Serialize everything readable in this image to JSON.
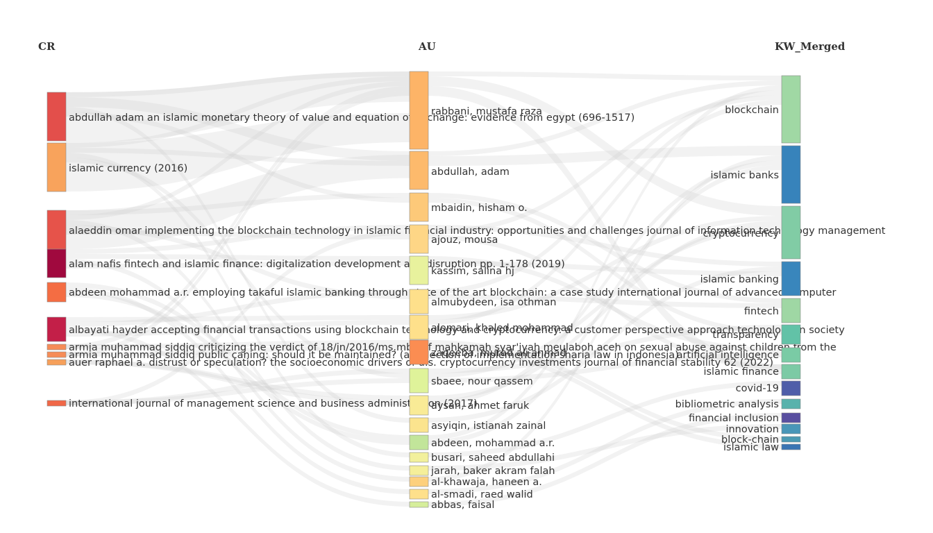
{
  "columns": [
    {
      "id": "cr",
      "title": "CR"
    },
    {
      "id": "au",
      "title": "AU"
    },
    {
      "id": "kw",
      "title": "KW_Merged"
    }
  ],
  "nodes": {
    "cr": [
      {
        "label": "abdullah adam an islamic monetary theory of value and equation of exchange: evidence from egypt (696-1517)",
        "color": "#e34f4b",
        "weight": 70
      },
      {
        "label": "islamic currency (2016)",
        "color": "#f8a35c",
        "weight": 70
      },
      {
        "label": "alaeddin omar implementing the blockchain technology in islamic financial industry: opportunities and challenges journal of information technology management",
        "color": "#e6534a",
        "weight": 56
      },
      {
        "label": "alam nafis fintech and islamic finance: digitalization development and disruption pp. 1-178 (2019)",
        "color": "#a0093e",
        "weight": 41
      },
      {
        "label": "abdeen mohammad a.r. employing takaful islamic banking through state of the art blockchain: a case study international journal of advanced computer",
        "color": "#f46d43",
        "weight": 28
      },
      {
        "label": "albayati hayder accepting financial transactions using blockchain technology and cryptocurrency: a customer perspective approach technology in society",
        "color": "#c31f48",
        "weight": 35
      },
      {
        "label": "armia muhammad siddiq criticizing the verdict of 18/jn/2016/ms.mbo of mahkamah syar'iyah meulaboh aceh on sexual abuse against children from the",
        "color": "#f68c57",
        "weight": 8
      },
      {
        "label": "armia muhammad siddiq public caning: should it be maintained? (a reflection of implementation sharia law in indonesia)",
        "color": "#f68c57",
        "weight": 8
      },
      {
        "label": "auer raphael a. distrust or speculation? the socioeconomic drivers of u.s. cryptocurrency investments journal of financial stability 62 (2022)",
        "color": "#f6a05a",
        "weight": 8
      },
      {
        "label": "international journal of management science and business administration (2017)",
        "color": "#f06747",
        "weight": 8
      }
    ],
    "au": [
      {
        "label": "rabbani, mustafa raza",
        "color": "#fdb467",
        "weight": 112
      },
      {
        "label": "abdullah, adam",
        "color": "#fdba6c",
        "weight": 55
      },
      {
        "label": "mbaidin, hisham o.",
        "color": "#fdc979",
        "weight": 41
      },
      {
        "label": "ajouz, mousa",
        "color": "#fed686",
        "weight": 41
      },
      {
        "label": "kassim, salina hj",
        "color": "#e8f29d",
        "weight": 41
      },
      {
        "label": "almubydeen, isa othman",
        "color": "#fee08b",
        "weight": 35
      },
      {
        "label": "alomari, khaled mohammad",
        "color": "#fee08b",
        "weight": 35
      },
      {
        "label": "zaqeeba, murad ali ahmad",
        "color": "#fb8d52",
        "weight": 35
      },
      {
        "label": "sbaee, nour qassem",
        "color": "#dff39a",
        "weight": 35
      },
      {
        "label": "aysan, ahmet faruk",
        "color": "#f9eb96",
        "weight": 28
      },
      {
        "label": "asyiqin, istianah zainal",
        "color": "#fbe48e",
        "weight": 21
      },
      {
        "label": "abdeen, mohammad a.r.",
        "color": "#c2e59a",
        "weight": 21
      },
      {
        "label": "busari, saheed abdullahi",
        "color": "#f2f09c",
        "weight": 14
      },
      {
        "label": "jarah, baker akram falah",
        "color": "#f5ef9a",
        "weight": 14
      },
      {
        "label": "al-khawaja, haneen a.",
        "color": "#fdd07d",
        "weight": 14
      },
      {
        "label": "al-smadi, raed walid",
        "color": "#fee08b",
        "weight": 14
      },
      {
        "label": "abbas, faisal",
        "color": "#d6ee9b",
        "weight": 8
      }
    ],
    "kw": [
      {
        "label": "blockchain",
        "color": "#a0d8a4",
        "weight": 97
      },
      {
        "label": "islamic banks",
        "color": "#3783bb",
        "weight": 83
      },
      {
        "label": "cryptocurrency",
        "color": "#81cca5",
        "weight": 76
      },
      {
        "label": "islamic banking",
        "color": "#3986bc",
        "weight": 49
      },
      {
        "label": "fintech",
        "color": "#9fd7a4",
        "weight": 35
      },
      {
        "label": "transparency",
        "color": "#62c2a7",
        "weight": 28
      },
      {
        "label": "artificial intelligence",
        "color": "#7acba5",
        "weight": 21
      },
      {
        "label": "islamic finance",
        "color": "#7ccaa5",
        "weight": 21
      },
      {
        "label": "covid-19",
        "color": "#4f5ea9",
        "weight": 21
      },
      {
        "label": "bibliometric analysis",
        "color": "#58b2ac",
        "weight": 14
      },
      {
        "label": "financial inclusion",
        "color": "#594fa0",
        "weight": 14
      },
      {
        "label": "innovation",
        "color": "#4996b8",
        "weight": 14
      },
      {
        "label": "block-chain",
        "color": "#4c9ab3",
        "weight": 8
      },
      {
        "label": "islamic law",
        "color": "#3a74b3",
        "weight": 8
      }
    ]
  },
  "links": [
    [
      0,
      0,
      0
    ],
    [
      0,
      1,
      0
    ],
    [
      0,
      1,
      1
    ],
    [
      1,
      0,
      2
    ],
    [
      1,
      1,
      1
    ],
    [
      2,
      2,
      4
    ],
    [
      2,
      0,
      2
    ],
    [
      3,
      3,
      3
    ],
    [
      3,
      4,
      6
    ],
    [
      4,
      11,
      0
    ],
    [
      5,
      6,
      2
    ],
    [
      5,
      5,
      0
    ],
    [
      6,
      0,
      7
    ],
    [
      7,
      0,
      7
    ],
    [
      8,
      9,
      2
    ],
    [
      9,
      8,
      5
    ],
    [
      0,
      10,
      3
    ],
    [
      1,
      12,
      8
    ],
    [
      2,
      13,
      11
    ],
    [
      3,
      14,
      1
    ],
    [
      4,
      15,
      9
    ],
    [
      5,
      16,
      10
    ],
    [
      6,
      7,
      12
    ],
    [
      7,
      7,
      13
    ],
    [
      8,
      9,
      1
    ],
    [
      9,
      3,
      0
    ],
    [
      2,
      5,
      4
    ],
    [
      3,
      4,
      3
    ],
    [
      4,
      11,
      1
    ],
    [
      1,
      8,
      2
    ],
    [
      0,
      2,
      5
    ],
    [
      5,
      6,
      0
    ],
    [
      9,
      8,
      6
    ],
    [
      2,
      3,
      7
    ]
  ]
}
